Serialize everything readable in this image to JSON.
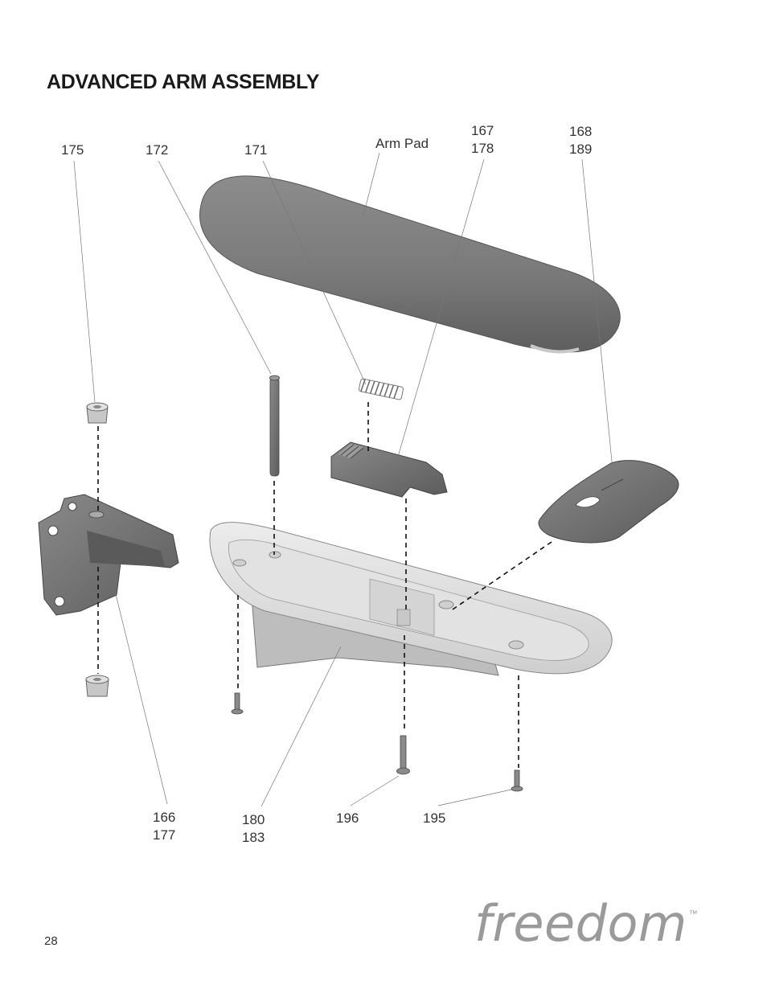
{
  "page": {
    "title": "ADVANCED ARM ASSEMBLY",
    "page_number": "28",
    "brand": "freedom",
    "trademark": "™"
  },
  "callouts": {
    "c175": "175",
    "c172": "172",
    "c171": "171",
    "arm_pad": "Arm Pad",
    "c167_178": "167\n178",
    "c168_189": "168\n189",
    "c166_177": "166\n177",
    "c180_183": "180\n183",
    "c196": "196",
    "c195": "195"
  },
  "colors": {
    "part_dark": "#7d7d7d",
    "part_mid": "#9a9a9a",
    "part_light": "#dcdcdc",
    "leader": "#666666",
    "brand": "#9a9a9a"
  }
}
